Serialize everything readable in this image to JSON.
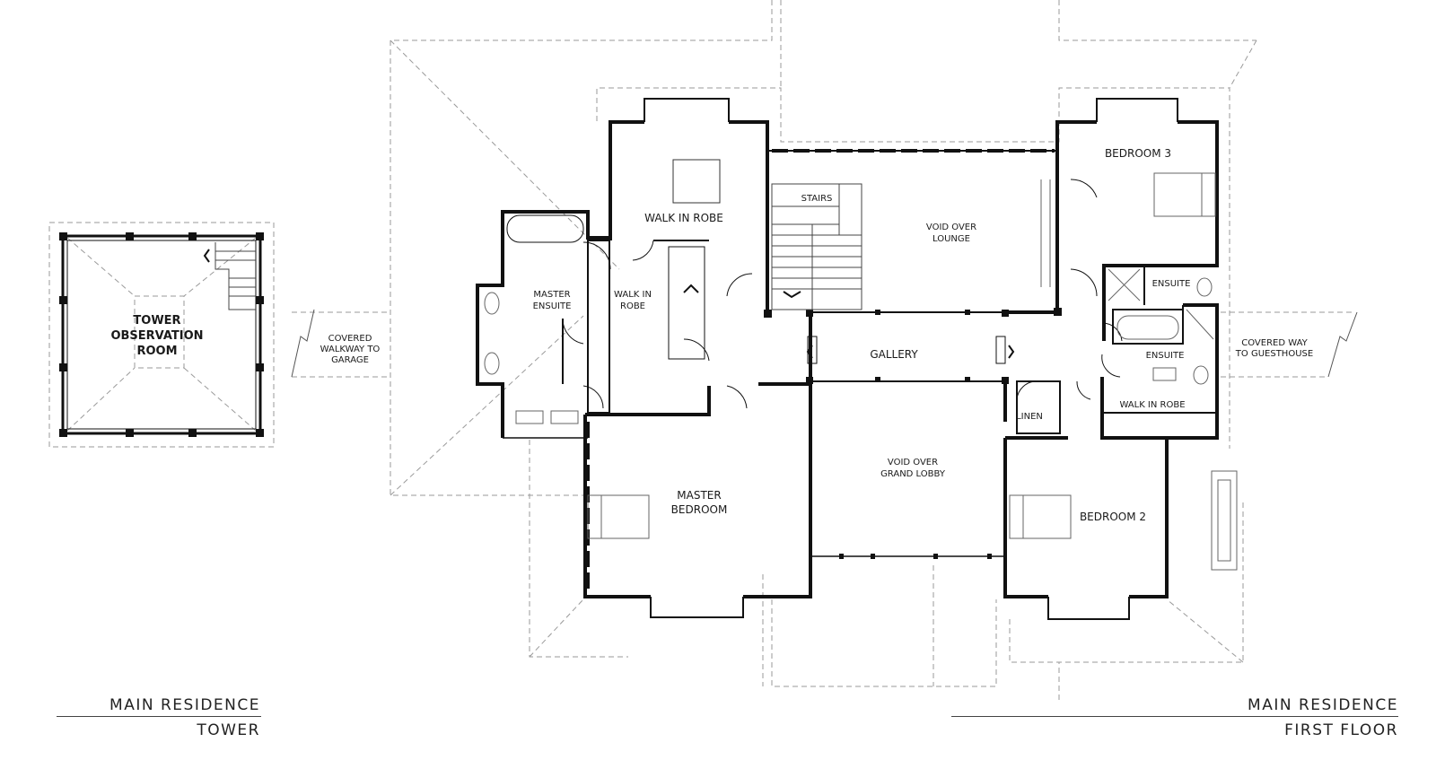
{
  "tower_plan": {
    "room_label_lines": [
      "TOWER",
      "OBSERVATION",
      "ROOM"
    ]
  },
  "first_floor_plan": {
    "rooms": {
      "walk_in_robe_top": "WALK IN ROBE",
      "stairs": "STAIRS",
      "void_lounge": [
        "VOID OVER",
        "LOUNGE"
      ],
      "bedroom_3": "BEDROOM 3",
      "master_ensuite": [
        "MASTER",
        "ENSUITE"
      ],
      "walk_in_robe_mid": [
        "WALK IN",
        "ROBE"
      ],
      "gallery": "GALLERY",
      "ensuite_upper": "ENSUITE",
      "ensuite_lower": "ENSUITE",
      "linen": "LINEN",
      "walk_in_robe_right": "WALK IN ROBE",
      "void_grand_lobby": [
        "VOID OVER",
        "GRAND LOBBY"
      ],
      "master_bedroom": [
        "MASTER",
        "BEDROOM"
      ],
      "bedroom_2": "BEDROOM 2"
    },
    "annotations": {
      "covered_walkway_left": [
        "COVERED",
        "WALKWAY TO",
        "GARAGE"
      ],
      "covered_way_right": [
        "COVERED WAY",
        "TO GUESTHOUSE"
      ]
    }
  },
  "title_blocks": {
    "left": {
      "line1": "MAIN RESIDENCE",
      "line2": "TOWER"
    },
    "right": {
      "line1": "MAIN RESIDENCE",
      "line2": "FIRST FLOOR"
    }
  }
}
